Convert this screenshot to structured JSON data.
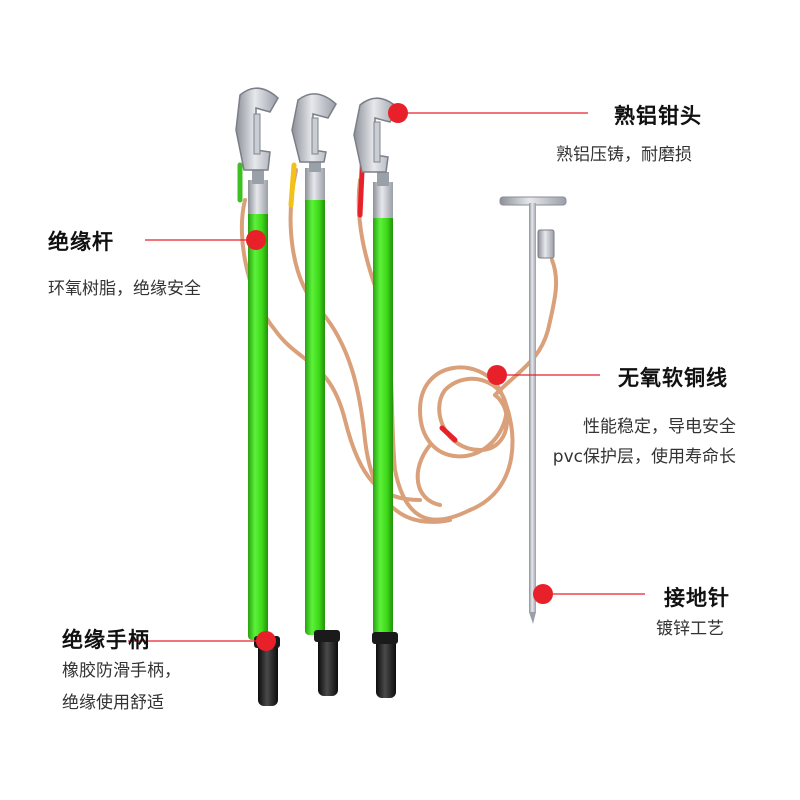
{
  "colors": {
    "accent_red": "#e8202a",
    "rod_green": "#3ed81a",
    "cable_copper": "#d9a07a",
    "handle_black": "#1e1e1e",
    "metal": "#b8bcc4"
  },
  "callouts": {
    "clamp": {
      "title": "熟铝钳头",
      "desc": "熟铝压铸，耐磨损"
    },
    "rod": {
      "title": "绝缘杆",
      "desc": "环氧树脂，绝缘安全"
    },
    "wire": {
      "title": "无氧软铜线",
      "desc1": "性能稳定，导电安全",
      "desc2": "pvc保护层，使用寿命长"
    },
    "pin": {
      "title": "接地针",
      "desc": "镀锌工艺"
    },
    "handle": {
      "title": "绝缘手柄",
      "desc1": "橡胶防滑手柄，",
      "desc2": "绝缘使用舒适"
    }
  }
}
